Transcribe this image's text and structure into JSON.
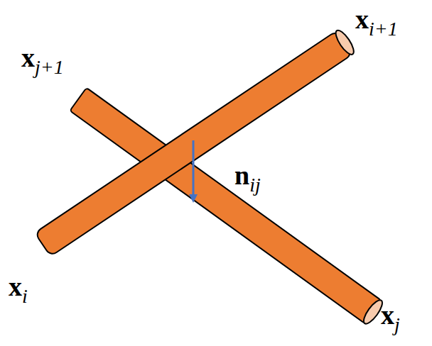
{
  "diagram": {
    "labels": [
      "xj+1",
      "xi+1",
      "nij",
      "xi",
      "xj"
    ]
  }
}
